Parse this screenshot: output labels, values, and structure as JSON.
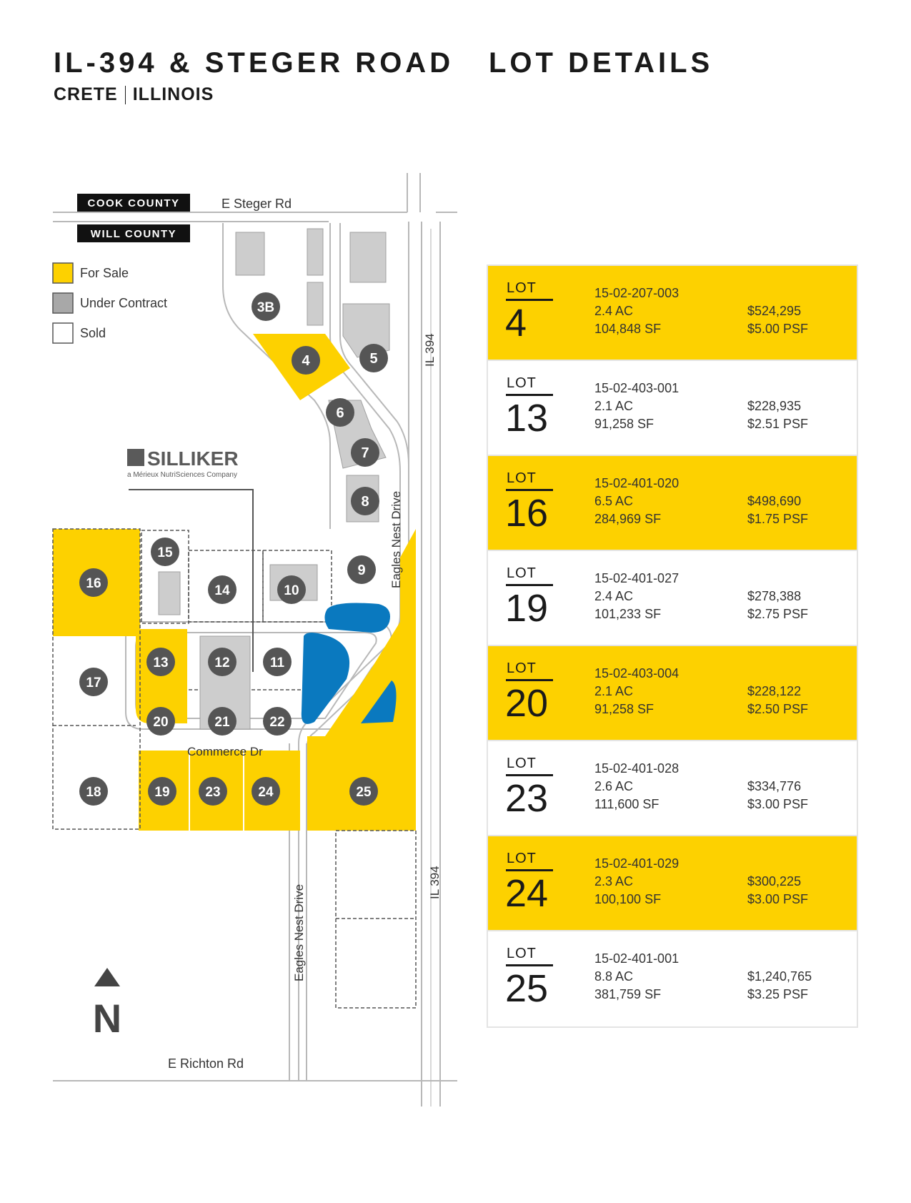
{
  "header": {
    "title": "IL-394 & STEGER ROAD",
    "city": "CRETE",
    "state": "ILLINOIS",
    "lot_details_heading": "LOT DETAILS"
  },
  "map": {
    "county_north": "COOK COUNTY",
    "county_south": "WILL COUNTY",
    "roads": {
      "steger": "E Steger Rd",
      "richton": "E Richton Rd",
      "il394_north": "IL 394",
      "il394_south": "IL 394",
      "eagles_nest_north": "Eagles Nest Drive",
      "eagles_nest_south": "Eagles Nest Drive",
      "commerce": "Commerce Dr"
    },
    "legend": [
      {
        "label": "For Sale",
        "color": "#fdd100"
      },
      {
        "label": "Under Contract",
        "color": "#a8a8a8"
      },
      {
        "label": "Sold",
        "color": "#ffffff"
      }
    ],
    "tenant": {
      "name": "SILLIKER",
      "tagline": "a Mérieux NutriSciences Company"
    },
    "lot_markers": [
      "3B",
      "4",
      "5",
      "6",
      "7",
      "8",
      "9",
      "10",
      "11",
      "12",
      "13",
      "14",
      "15",
      "16",
      "17",
      "18",
      "19",
      "20",
      "21",
      "22",
      "23",
      "24",
      "25"
    ],
    "north_label": "N",
    "colors": {
      "for_sale": "#fdd100",
      "building": "#cdcdcd",
      "marker": "#555555",
      "water": "#0a79bf",
      "road": "#b8b8b8"
    }
  },
  "lots": [
    {
      "label": "LOT",
      "number": "4",
      "pin": "15-02-207-003",
      "acres": "2.4 AC",
      "sqft": "104,848 SF",
      "price": "$524,295",
      "psf": "$5.00 PSF",
      "status": "for-sale"
    },
    {
      "label": "LOT",
      "number": "13",
      "pin": "15-02-403-001",
      "acres": "2.1 AC",
      "sqft": "91,258 SF",
      "price": "$228,935",
      "psf": "$2.51 PSF",
      "status": "plain"
    },
    {
      "label": "LOT",
      "number": "16",
      "pin": "15-02-401-020",
      "acres": "6.5 AC",
      "sqft": "284,969 SF",
      "price": "$498,690",
      "psf": "$1.75 PSF",
      "status": "for-sale"
    },
    {
      "label": "LOT",
      "number": "19",
      "pin": "15-02-401-027",
      "acres": "2.4 AC",
      "sqft": "101,233 SF",
      "price": "$278,388",
      "psf": "$2.75 PSF",
      "status": "plain"
    },
    {
      "label": "LOT",
      "number": "20",
      "pin": "15-02-403-004",
      "acres": "2.1 AC",
      "sqft": "91,258 SF",
      "price": "$228,122",
      "psf": "$2.50 PSF",
      "status": "for-sale"
    },
    {
      "label": "LOT",
      "number": "23",
      "pin": "15-02-401-028",
      "acres": "2.6 AC",
      "sqft": "111,600 SF",
      "price": "$334,776",
      "psf": "$3.00 PSF",
      "status": "plain"
    },
    {
      "label": "LOT",
      "number": "24",
      "pin": "15-02-401-029",
      "acres": "2.3 AC",
      "sqft": "100,100 SF",
      "price": "$300,225",
      "psf": "$3.00 PSF",
      "status": "for-sale"
    },
    {
      "label": "LOT",
      "number": "25",
      "pin": "15-02-401-001",
      "acres": "8.8 AC",
      "sqft": "381,759 SF",
      "price": "$1,240,765",
      "psf": "$3.25 PSF",
      "status": "plain"
    }
  ]
}
